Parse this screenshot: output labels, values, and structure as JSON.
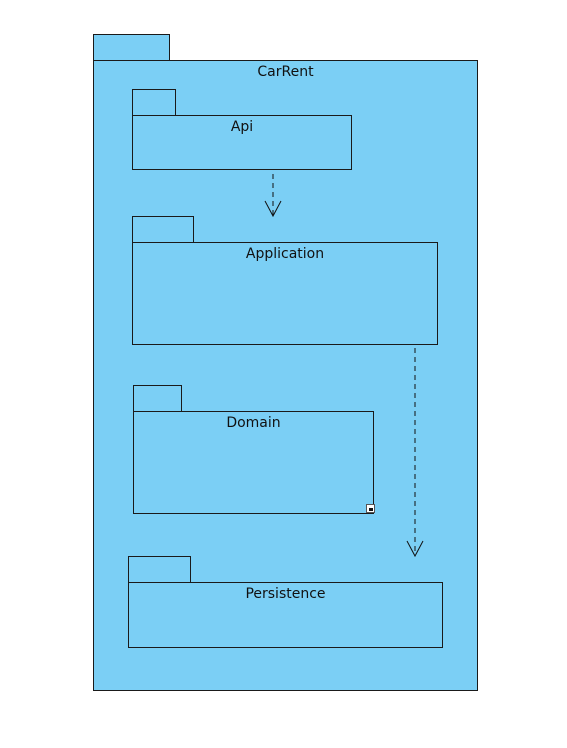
{
  "diagram": {
    "type": "package",
    "colors": {
      "package_fill": "#7bcff5",
      "outline": "#1a1a1a",
      "text": "#111111",
      "arrow": "#111111"
    },
    "container": {
      "name": "CarRent"
    },
    "packages": [
      {
        "id": "api",
        "name": "Api"
      },
      {
        "id": "application",
        "name": "Application"
      },
      {
        "id": "domain",
        "name": "Domain"
      },
      {
        "id": "persistence",
        "name": "Persistence"
      }
    ],
    "dependencies": [
      {
        "from": "Api",
        "to": "Application",
        "style": "dashed",
        "head": "open-arrow"
      },
      {
        "from": "Application",
        "to": "Persistence",
        "style": "dashed",
        "head": "open-arrow"
      }
    ]
  }
}
